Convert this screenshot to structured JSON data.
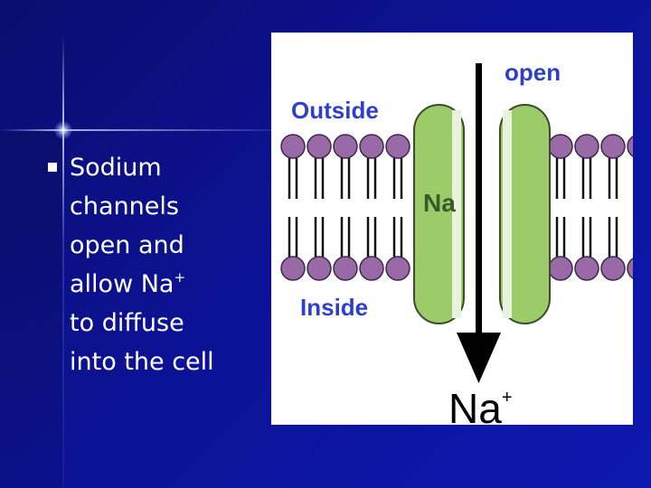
{
  "slide": {
    "bullet": {
      "line1": "Sodium",
      "line2": "channels",
      "line3": "open and",
      "line4_prefix": "allow Na",
      "line4_sup": "+",
      "line5": "to diffuse",
      "line6": "into the cell"
    }
  },
  "diagram": {
    "label_open": "open",
    "label_outside": "Outside",
    "label_inside": "Inside",
    "channel_label": "Na",
    "ion_label": "Na",
    "ion_charge": "+",
    "colors": {
      "background": "#0c1294",
      "channel": "#9ccc6a",
      "lipid_head": "#9a6aa8",
      "label_blue": "#2e3fd0"
    }
  }
}
